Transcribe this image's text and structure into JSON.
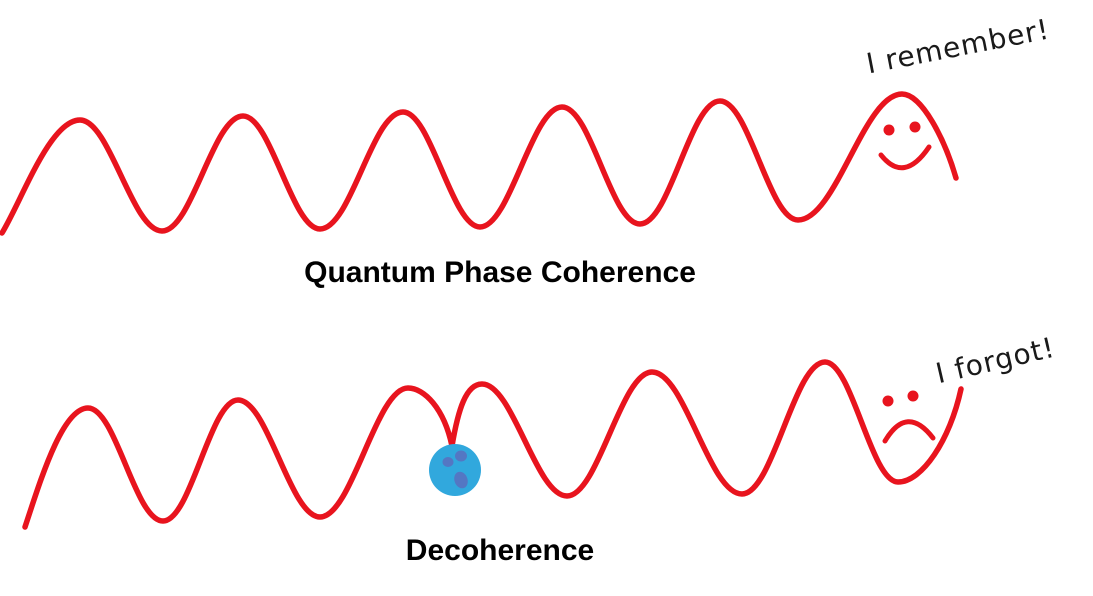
{
  "diagram": {
    "coherent": {
      "label": "Quantum Phase Coherence",
      "speech": "I remember!",
      "face": "smiley-face"
    },
    "decoherent": {
      "label": "Decoherence",
      "speech": "I forgot!",
      "face": "sad-face",
      "particle": "blue-particle"
    }
  },
  "colors": {
    "wave": "#e8141e",
    "particle": "#31a8dd",
    "particle_spots": "#5a6fbe",
    "label_text": "#000000",
    "speech_text": "#1a1a1a",
    "background": "#ffffff"
  }
}
